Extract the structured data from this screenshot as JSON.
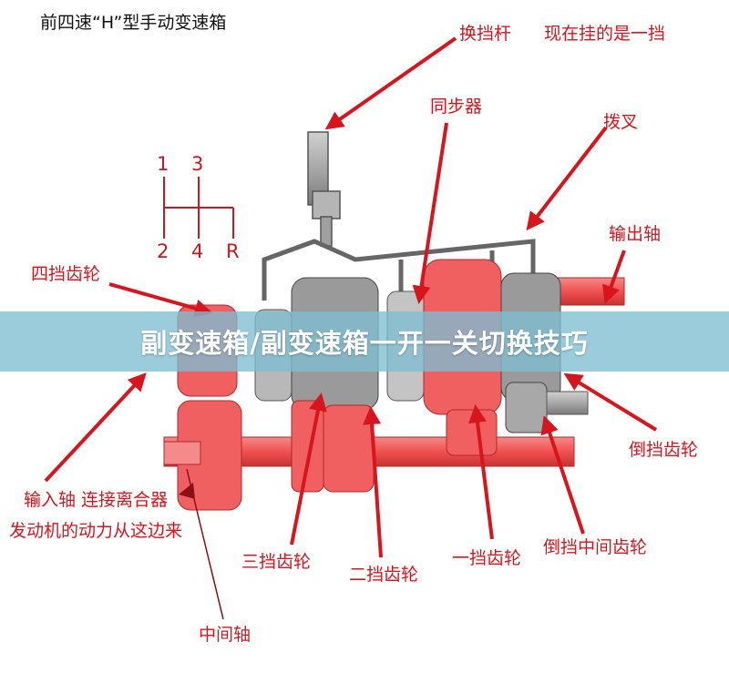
{
  "diagram": {
    "title": "前四速“H”型手动变速箱",
    "shift_pattern": {
      "top": [
        "1",
        "3"
      ],
      "bottom": [
        "2",
        "4",
        "R"
      ]
    },
    "labels": {
      "shift_lever": "换挡杆",
      "current_gear": "现在挂的是一挡",
      "synchronizer": "同步器",
      "shift_fork": "拨叉",
      "output_shaft": "输出轴",
      "fourth_gear": "四挡齿轮",
      "reverse_gear": "倒挡齿轮",
      "input_shaft": "输入轴  连接离合器",
      "engine_power": "发动机的动力从这边来",
      "reverse_idler_gear": "倒挡中间齿轮",
      "third_gear": "三挡齿轮",
      "second_gear": "二挡齿轮",
      "first_gear": "一挡齿轮",
      "countershaft": "中间轴"
    },
    "colors": {
      "label_red": "#d8141c",
      "gear_red": "#f06060",
      "gear_gray": "#9a9a9a",
      "banner": "#7dbed2"
    }
  },
  "banner": {
    "text": "副变速箱/副变速箱一开一关切换技巧"
  }
}
